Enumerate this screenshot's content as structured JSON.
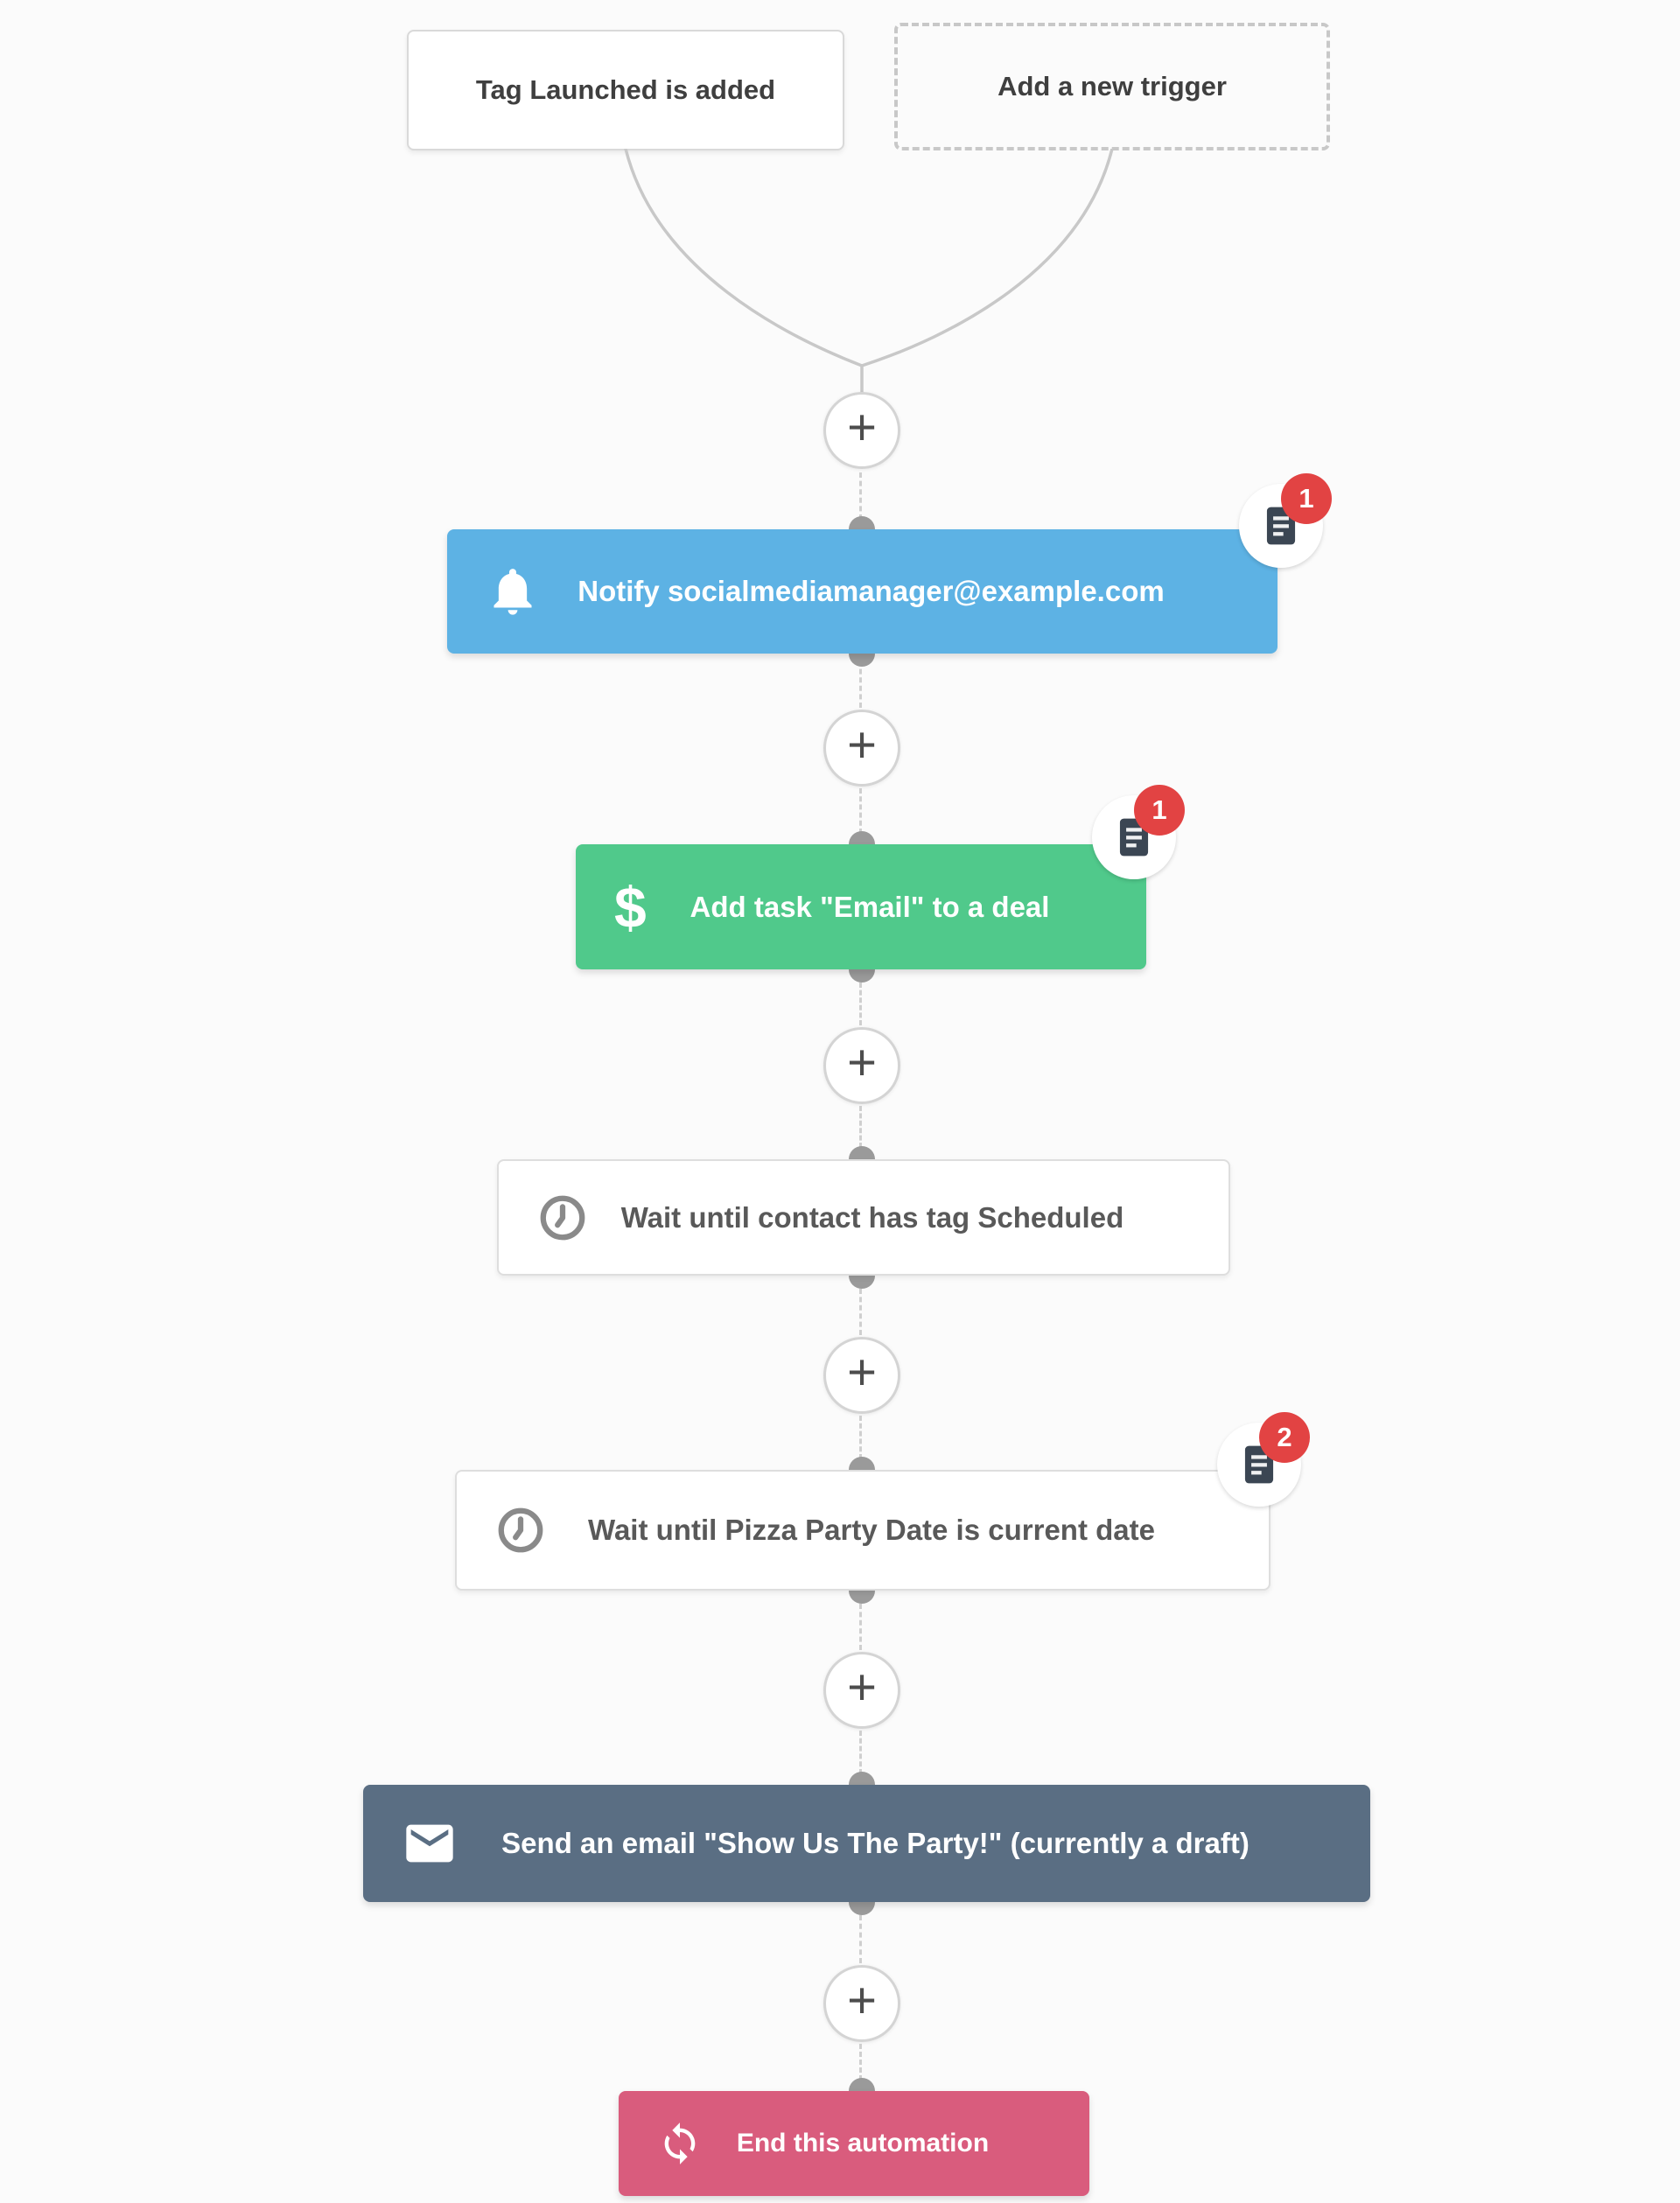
{
  "flow": {
    "plus_label": "+",
    "dollar_glyph": "$",
    "triggers": [
      {
        "label": "Tag Launched is added"
      },
      {
        "label": "Add a new trigger"
      }
    ],
    "nodes": [
      {
        "label": "Notify socialmediamanager@example.com",
        "icon": "bell-icon",
        "color": "#5db2e4",
        "badge_count": "1"
      },
      {
        "label": "Add task \"Email\" to a deal",
        "icon": "dollar-icon",
        "color": "#50c98b",
        "badge_count": "1"
      },
      {
        "label": "Wait until contact has tag Scheduled",
        "icon": "clock-icon",
        "color": "#ffffff"
      },
      {
        "label": "Wait until Pizza Party Date is current date",
        "icon": "clock-icon",
        "color": "#ffffff",
        "badge_count": "2"
      },
      {
        "label": "Send an email \"Show Us The Party!\" (currently a draft)",
        "icon": "envelope-icon",
        "color": "#5a6e83"
      },
      {
        "label": "End this automation",
        "icon": "sync-icon",
        "color": "#d95c7d"
      }
    ],
    "colors": {
      "background": "#fbfbfb",
      "notify_blue": "#5db2e4",
      "task_green": "#50c98b",
      "email_slate": "#5a6e83",
      "end_pink": "#d95c7d",
      "badge_red": "#e24343",
      "connector_gray": "#cfcfcf",
      "dot_gray": "#9a9a9a"
    }
  }
}
